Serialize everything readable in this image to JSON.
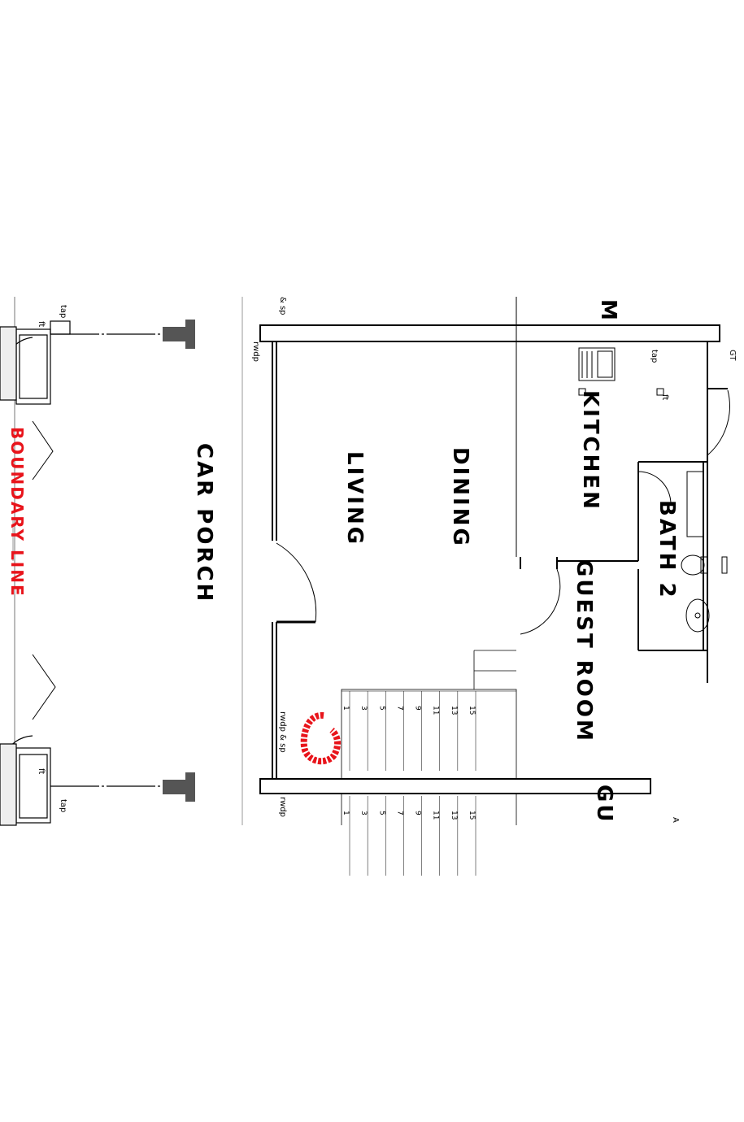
{
  "colors": {
    "boundary": "#e8141b",
    "marker": "#e8141b",
    "wall": "#000000",
    "background": "#ffffff"
  },
  "rooms": {
    "car_porch": "CAR PORCH",
    "living": "LIVING",
    "dining": "DINING",
    "kitchen": "KITCHEN",
    "bath2": "BATH 2",
    "guest_room": "GUEST ROOM",
    "cut_top": "M",
    "cut_bottom": "GU"
  },
  "boundary_label": "BOUNDARY LINE",
  "notes": {
    "tap_top": "tap",
    "ft_top": "ft",
    "tap_bottom": "tap",
    "ft_bottom": "ft",
    "sp_top": "& sp",
    "rwdp_top": "rwdp",
    "rwdp_sp_mid": "rwdp & sp",
    "rwdp_bottom": "rwdp",
    "gt": "GT",
    "kitchen_tap": "tap",
    "kitchen_ft": "ft",
    "cut_a": "A"
  },
  "stair_steps_upper": [
    "1",
    "3",
    "5",
    "7",
    "9",
    "11",
    "13",
    "15"
  ],
  "stair_steps_lower": [
    "1",
    "3",
    "5",
    "7",
    "9",
    "11",
    "13",
    "15"
  ],
  "marker_icon": "red-arrow-marker-icon"
}
